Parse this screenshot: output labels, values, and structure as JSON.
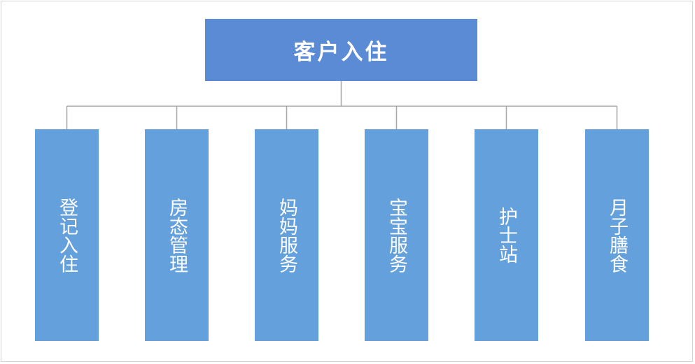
{
  "diagram": {
    "root": {
      "label": "客户入住"
    },
    "children": [
      {
        "label": "登记入住"
      },
      {
        "label": "房态管理"
      },
      {
        "label": "妈妈服务"
      },
      {
        "label": "宝宝服务"
      },
      {
        "label": "护士站"
      },
      {
        "label": "月子膳食"
      }
    ]
  },
  "colors": {
    "root_fill": "#5b8bd4",
    "child_fill": "#64a0dc",
    "connector": "#a6a6a6",
    "text": "#ffffff",
    "frame": "#d4d4d4"
  }
}
